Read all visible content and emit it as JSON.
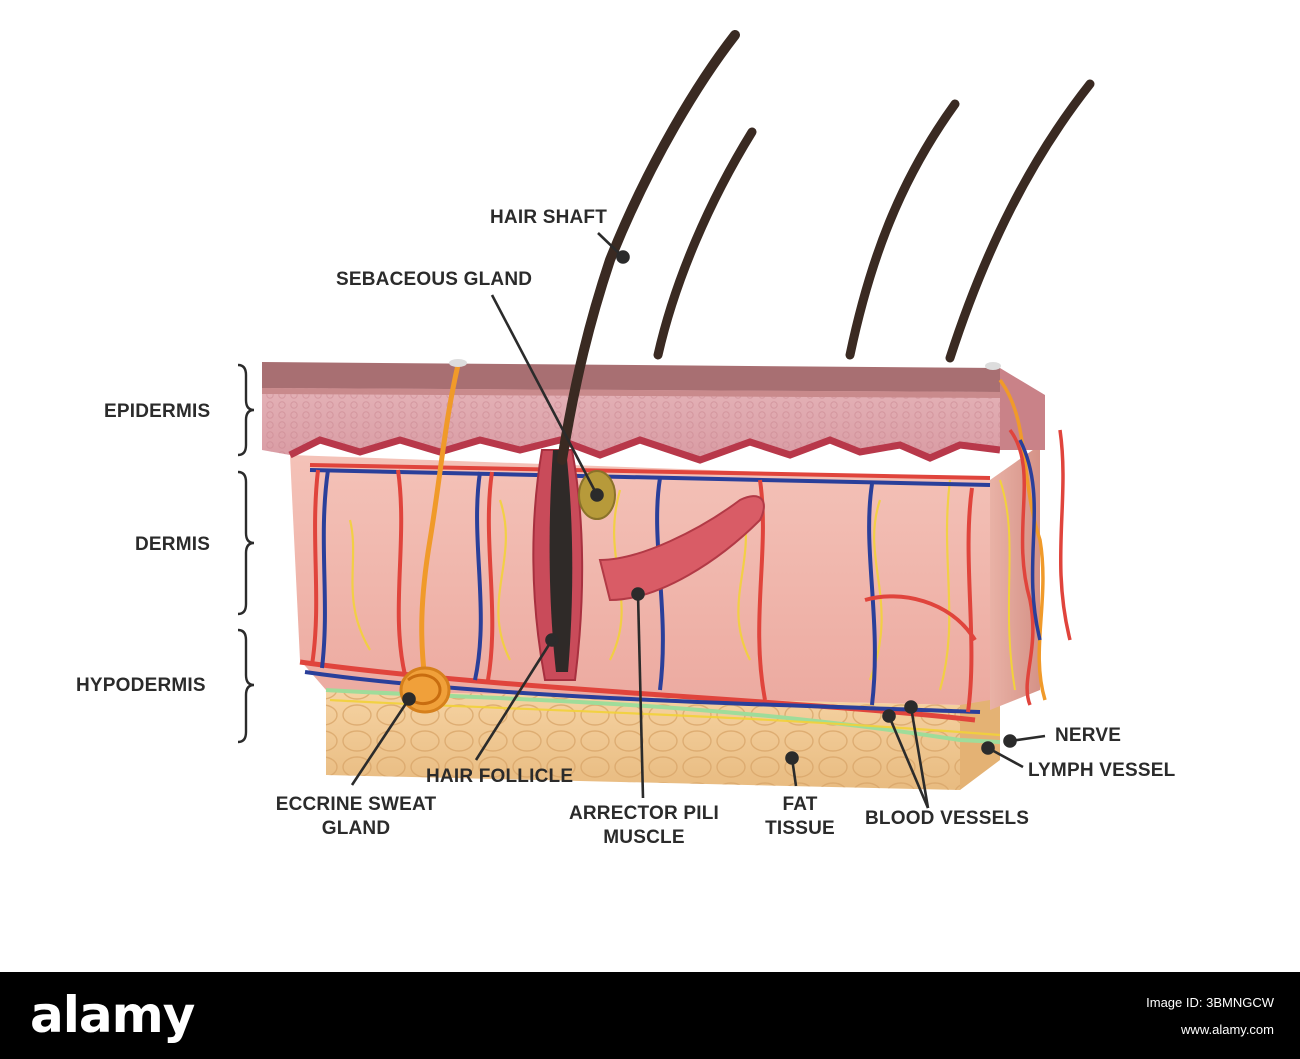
{
  "labels": {
    "hair_shaft": "HAIR SHAFT",
    "sebaceous_gland": "SEBACEOUS GLAND",
    "epidermis": "EPIDERMIS",
    "dermis": "DERMIS",
    "hypodermis": "HYPODERMIS",
    "eccrine_sweat_gland_line1": "ECCRINE SWEAT",
    "eccrine_sweat_gland_line2": "GLAND",
    "hair_follicle": "HAIR FOLLICLE",
    "arrector_pili_line1": "ARRECTOR PILI",
    "arrector_pili_line2": "MUSCLE",
    "fat_tissue_line1": "FAT",
    "fat_tissue_line2": "TISSUE",
    "blood_vessels": "BLOOD VESSELS",
    "nerve": "NERVE",
    "lymph_vessel": "LYMPH VESSEL"
  },
  "footer": {
    "logo_text": "alamy",
    "image_id_label": "Image ID: 3BMNGCW",
    "site": "www.alamy.com"
  },
  "colors": {
    "epidermis": "#d89aa2",
    "epidermis_top": "#a86f72",
    "dermis": "#f2b7b0",
    "hypodermis": "#f0c98f",
    "artery": "#e0443c",
    "vein": "#2a3f9a",
    "nerve": "#f2d23a",
    "lymph": "#9fdc9a",
    "hair": "#3a2a22",
    "sweat_gland": "#f09a2a"
  }
}
